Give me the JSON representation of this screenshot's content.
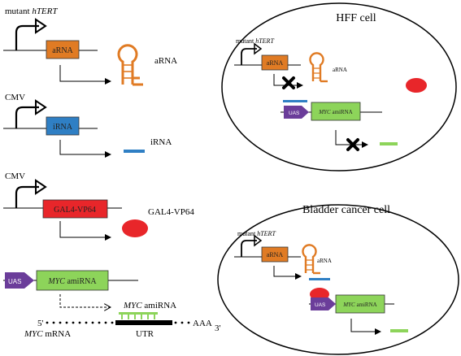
{
  "colors": {
    "arna": "#e07b24",
    "irna": "#2f7fc4",
    "gal4": "#e8262a",
    "uas": "#6b3d9a",
    "amirna": "#8dd45a",
    "irna_bar": "#2f7fc4",
    "output_bar": "#8dd45a",
    "mrna_bar": "#000000"
  },
  "left": {
    "construct1": {
      "promoter": "mutant ",
      "promoter_italic": "hTERT",
      "gene": "aRNA",
      "product": "aRNA"
    },
    "construct2": {
      "promoter": "CMV",
      "gene": "iRNA",
      "product": "iRNA"
    },
    "construct3": {
      "promoter": "CMV",
      "gene": "GAL4-VP64",
      "product": "GAL4-VP64"
    },
    "construct4": {
      "uas": "UAS",
      "gene_italic": "MYC",
      "gene_rest": " amiRNA"
    },
    "target": {
      "amirna_italic": "MYC",
      "amirna_rest": " amiRNA",
      "five_prime": "5'",
      "three_prime": "3'",
      "poly_a": "AAA",
      "mrna_italic": "MYC",
      "mrna_rest": " mRNA",
      "utr": "UTR"
    }
  },
  "hff": {
    "title": "HFF cell",
    "promoter": "mutant ",
    "promoter_italic": "hTERT",
    "gene": "aRNA",
    "product": "aRNA",
    "uas": "UAS",
    "gene2_italic": "MYC",
    "gene2_rest": " amiRNA"
  },
  "bladder": {
    "title": "Bladder cancer cell",
    "promoter": "mutant ",
    "promoter_italic": "hTERT",
    "gene": "aRNA",
    "product": "aRNA",
    "uas": "UAS",
    "gene2_italic": "MYC",
    "gene2_rest": " amiRNA"
  }
}
